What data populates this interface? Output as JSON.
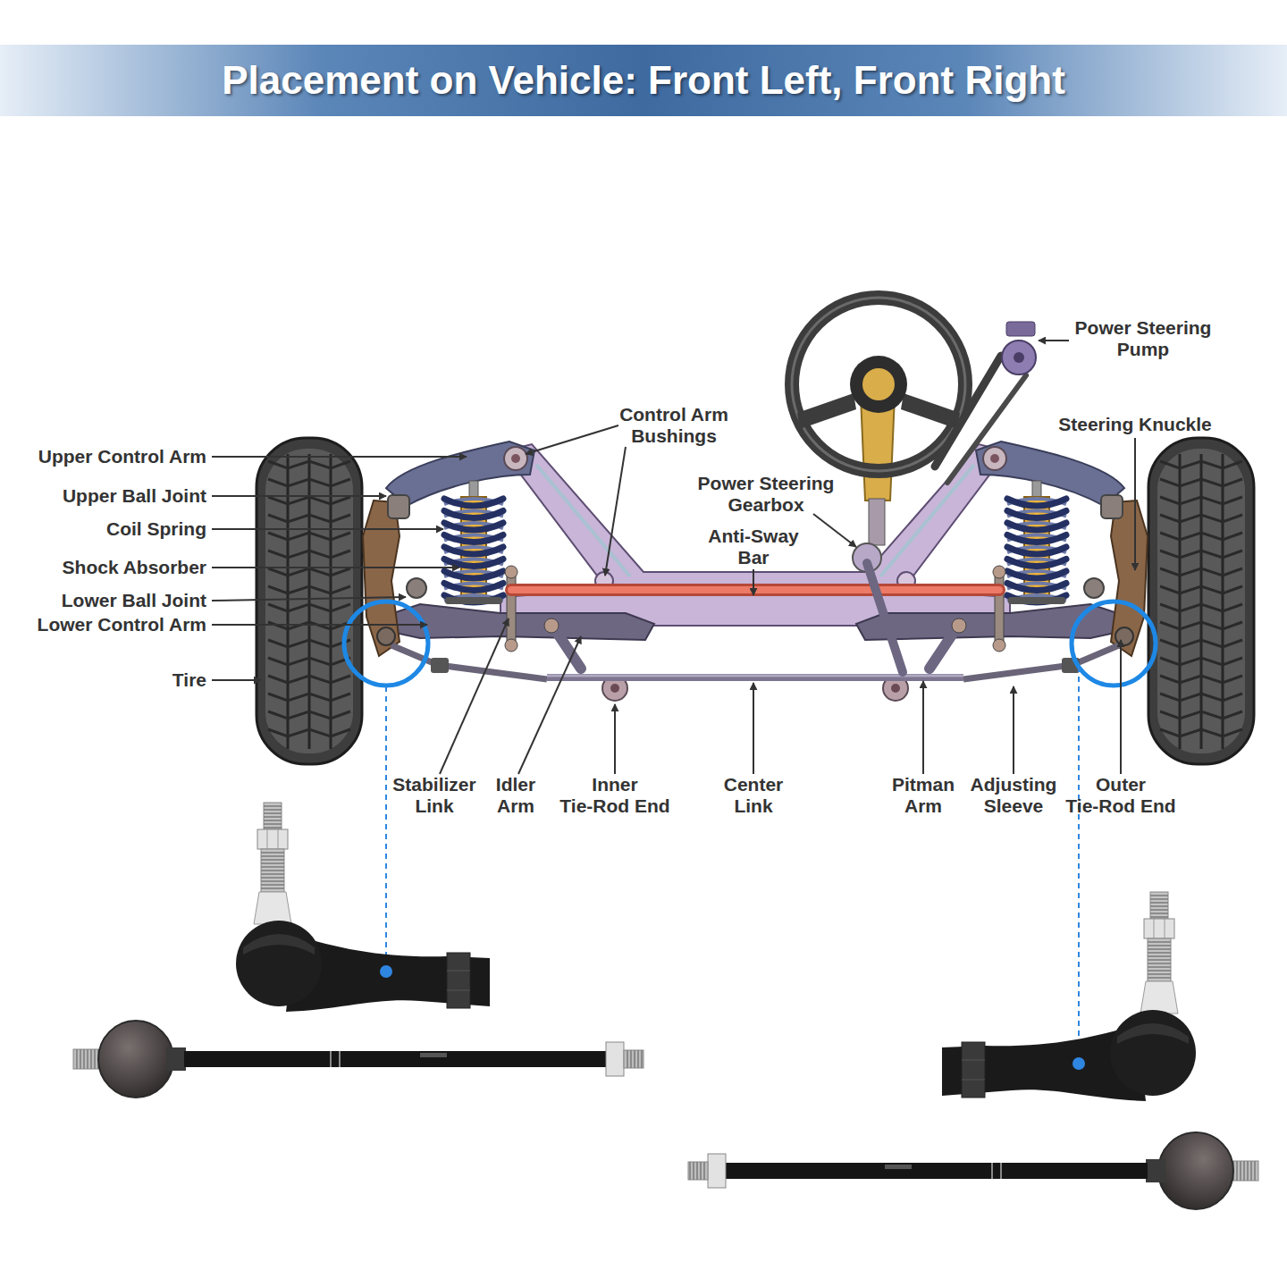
{
  "diagram": {
    "title": "Placement on Vehicle: Front Left, Front Right",
    "labels": [
      "Power Steering Pump",
      "Control Arm Bushings",
      "Steering Knuckle",
      "Upper Control Arm",
      "Power Steering Gearbox",
      "Upper Ball Joint",
      "Coil Spring",
      "Anti-Sway Bar",
      "Shock Absorber",
      "Lower Ball Joint",
      "Lower Control Arm",
      "Tire",
      "Stabilizer Link",
      "Idler Arm",
      "Inner Tie-Rod End",
      "Center Link",
      "Pitman Arm",
      "Adjusting Sleeve",
      "Outer Tie-Rod End"
    ]
  }
}
